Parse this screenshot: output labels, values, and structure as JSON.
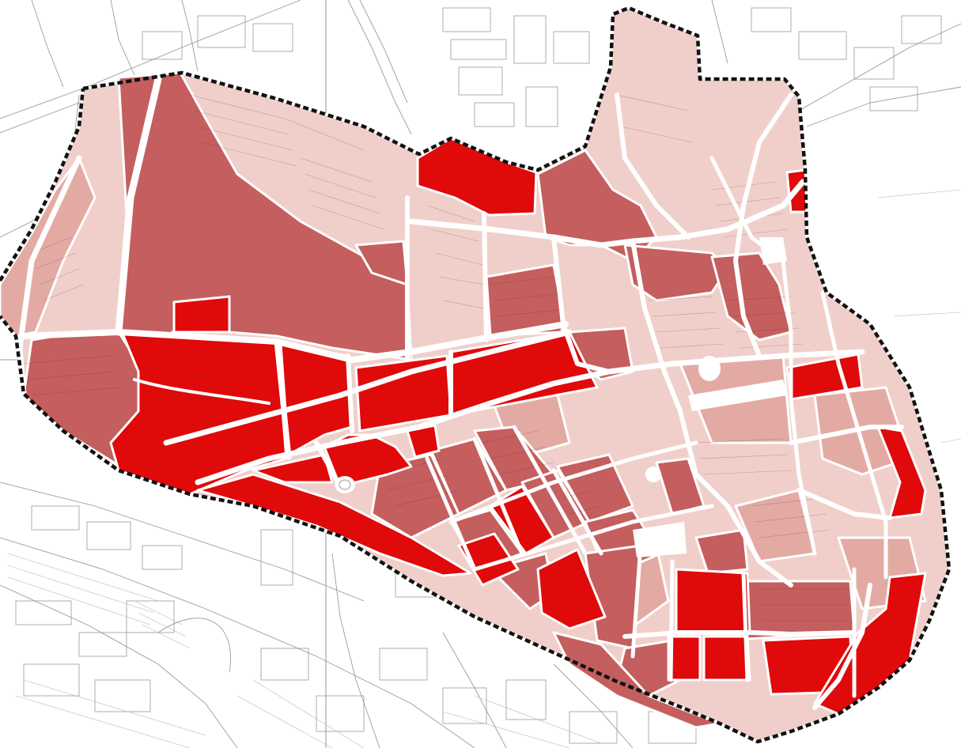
{
  "map": {
    "kind": "urban density zoning map",
    "legend_shown": false,
    "colors": {
      "very_high": "#e00a0a",
      "high": "#c55e5e",
      "medium": "#e3aaa4",
      "low": "#f0cfca",
      "background": "#ffffff",
      "boundary": "#111111",
      "streets": "#ffffff",
      "base_linework": "#9a9a9a"
    },
    "boundary_style": "dashed",
    "zone_categories": [
      "very_high",
      "high",
      "medium",
      "low"
    ]
  }
}
